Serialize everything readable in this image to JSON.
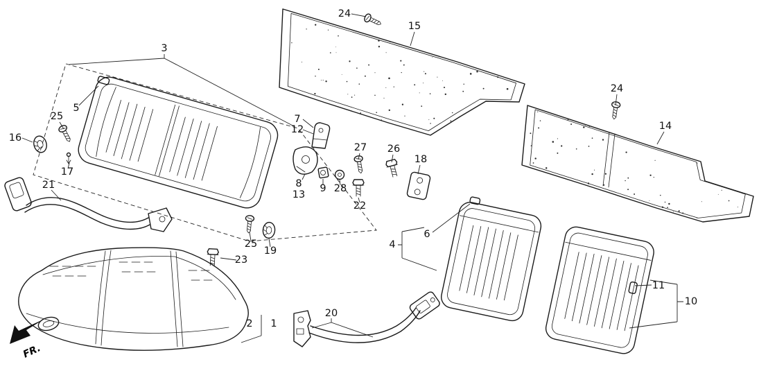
{
  "diagram": {
    "fr_indicator": "FR.",
    "colors": {
      "ink": "#1a1a1a",
      "paper": "#ffffff"
    },
    "callouts": [
      {
        "label": "24"
      },
      {
        "label": "15"
      },
      {
        "label": "3"
      },
      {
        "label": "5"
      },
      {
        "label": "25"
      },
      {
        "label": "16"
      },
      {
        "label": "17"
      },
      {
        "label": "21"
      },
      {
        "label": "7"
      },
      {
        "label": "12"
      },
      {
        "label": "27"
      },
      {
        "label": "26"
      },
      {
        "label": "18"
      },
      {
        "label": "8"
      },
      {
        "label": "13"
      },
      {
        "label": "9"
      },
      {
        "label": "28"
      },
      {
        "label": "22"
      },
      {
        "label": "24"
      },
      {
        "label": "14"
      },
      {
        "label": "6"
      },
      {
        "label": "4"
      },
      {
        "label": "25"
      },
      {
        "label": "19"
      },
      {
        "label": "23"
      },
      {
        "label": "2"
      },
      {
        "label": "1"
      },
      {
        "label": "20"
      },
      {
        "label": "11"
      },
      {
        "label": "10"
      }
    ]
  }
}
